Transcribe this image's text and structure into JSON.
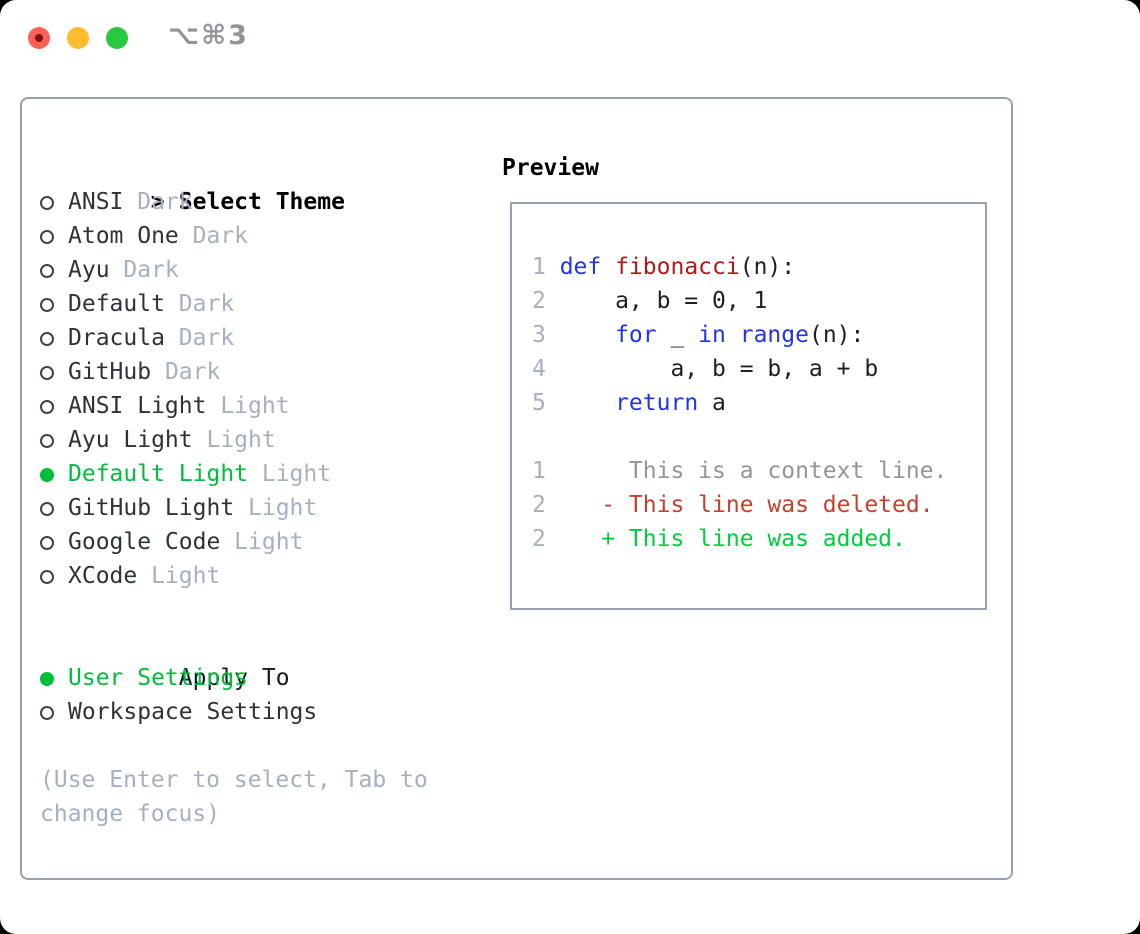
{
  "window": {
    "shortcut_label": "⌥⌘3"
  },
  "colors": {
    "accent_green": "#00bd3a",
    "keyword_blue": "#2334e4",
    "function_red": "#b01b18",
    "deleted_red": "#c5402e",
    "added_green": "#00cd3c",
    "context_gray": "#8f969e",
    "muted_gray": "#a7b0bd",
    "border_gray": "#99a1ab",
    "text_dark": "#2d3339",
    "titlebar_gray": "#919499",
    "traffic_red": "#ff5f57",
    "traffic_yellow": "#febc2e",
    "traffic_green": "#28c840"
  },
  "theme_list": {
    "prompt": ">",
    "title": "Select Theme",
    "items": [
      {
        "name": "ANSI",
        "variant": "Dark",
        "selected": false
      },
      {
        "name": "Atom One",
        "variant": "Dark",
        "selected": false
      },
      {
        "name": "Ayu",
        "variant": "Dark",
        "selected": false
      },
      {
        "name": "Default",
        "variant": "Dark",
        "selected": false
      },
      {
        "name": "Dracula",
        "variant": "Dark",
        "selected": false
      },
      {
        "name": "GitHub",
        "variant": "Dark",
        "selected": false
      },
      {
        "name": "ANSI Light",
        "variant": "Light",
        "selected": false
      },
      {
        "name": "Ayu Light",
        "variant": "Light",
        "selected": false
      },
      {
        "name": "Default Light",
        "variant": "Light",
        "selected": true
      },
      {
        "name": "GitHub Light",
        "variant": "Light",
        "selected": false
      },
      {
        "name": "Google Code",
        "variant": "Light",
        "selected": false
      },
      {
        "name": "XCode",
        "variant": "Light",
        "selected": false
      }
    ]
  },
  "apply_to": {
    "title": "Apply To",
    "options": [
      {
        "label": "User Settings",
        "selected": true
      },
      {
        "label": "Workspace Settings",
        "selected": false
      }
    ]
  },
  "help": {
    "line1": "(Use Enter to select, Tab to",
    "line2": "change focus)"
  },
  "preview": {
    "title": "Preview",
    "code_lines": [
      {
        "num": "1",
        "segs": [
          [
            "kw",
            "def"
          ],
          [
            "fg",
            " "
          ],
          [
            "fn",
            "fibonacci"
          ],
          [
            "fg",
            "(n):"
          ]
        ]
      },
      {
        "num": "2",
        "segs": [
          [
            "fg",
            "    a, b = 0, 1"
          ]
        ]
      },
      {
        "num": "3",
        "segs": [
          [
            "fg",
            "    "
          ],
          [
            "kw",
            "for"
          ],
          [
            "fg",
            " _ "
          ],
          [
            "kw",
            "in"
          ],
          [
            "fg",
            " "
          ],
          [
            "kw",
            "range"
          ],
          [
            "fg",
            "(n):"
          ]
        ]
      },
      {
        "num": "4",
        "segs": [
          [
            "fg",
            "        a, b = b, a + b"
          ]
        ]
      },
      {
        "num": "5",
        "segs": [
          [
            "fg",
            "    "
          ],
          [
            "kw",
            "return"
          ],
          [
            "fg",
            " a"
          ]
        ]
      }
    ],
    "diff_lines": [
      {
        "num": "1",
        "segs": [
          [
            "ctx",
            "     This is a context line."
          ]
        ]
      },
      {
        "num": "2",
        "segs": [
          [
            "del",
            "   - This line was deleted."
          ]
        ]
      },
      {
        "num": "2",
        "segs": [
          [
            "add",
            "   + This line was added."
          ]
        ]
      }
    ]
  }
}
